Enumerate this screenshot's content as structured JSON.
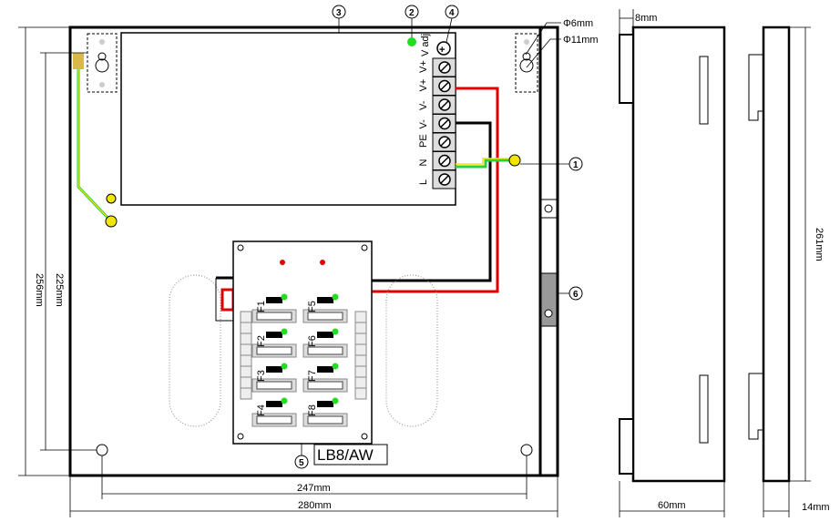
{
  "dimensions": {
    "hole_small": "Φ6mm",
    "hole_large": "Φ11mm",
    "depth_flange": "8mm",
    "height_outer": "256mm",
    "height_mount": "225mm",
    "width_mount": "247mm",
    "width_outer": "280mm",
    "side_height": "261mm",
    "side_width": "60mm",
    "rear_width": "14mm"
  },
  "callouts": [
    "1",
    "2",
    "3",
    "4",
    "5",
    "6"
  ],
  "psu": {
    "adjust_label": "V adj",
    "plus": "+",
    "terminals": [
      "V+",
      "V+",
      "V-",
      "V-",
      "PE",
      "N",
      "L"
    ]
  },
  "module": {
    "name": "LB8/AW",
    "fuses": [
      "F1",
      "F2",
      "F3",
      "F4",
      "F5",
      "F6",
      "F7",
      "F8"
    ]
  },
  "colors": {
    "positive_wire": "#e00000",
    "negative_wire": "#000000",
    "earth_wire_a": "#2ecc40",
    "earth_wire_b": "#f2e600",
    "led_green": "#22dd22",
    "led_red": "#e00000"
  }
}
